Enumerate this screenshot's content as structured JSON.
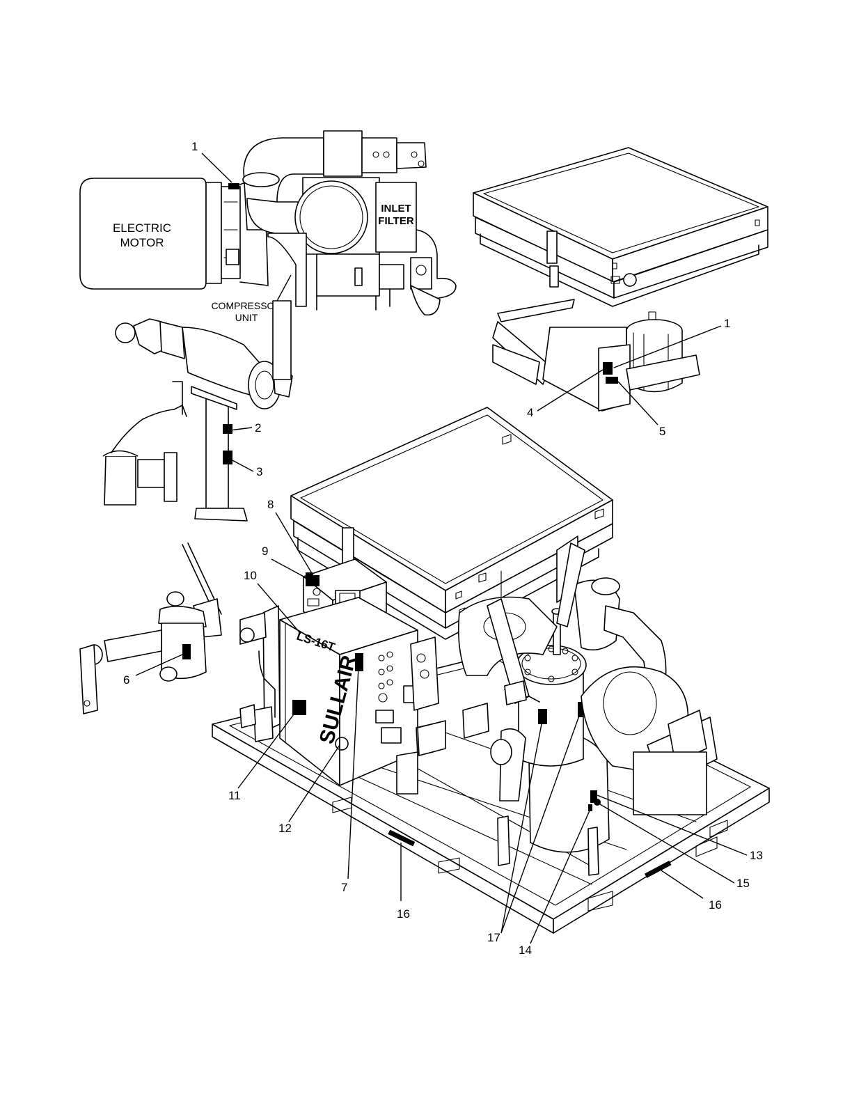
{
  "labels": {
    "electric_motor_line1": "ELECTRIC",
    "electric_motor_line2": "MOTOR",
    "inlet_filter_line1": "INLET",
    "inlet_filter_line2": "FILTER",
    "compressor_unit_line1": "COMPRESSOR",
    "compressor_unit_line2": "UNIT",
    "brand": "SULLAIR",
    "model": "LS-16T"
  },
  "callouts": [
    "1",
    "2",
    "3",
    "1",
    "4",
    "5",
    "6",
    "8",
    "9",
    "10",
    "11",
    "12",
    "7",
    "16",
    "16",
    "13",
    "15",
    "17",
    "14"
  ]
}
